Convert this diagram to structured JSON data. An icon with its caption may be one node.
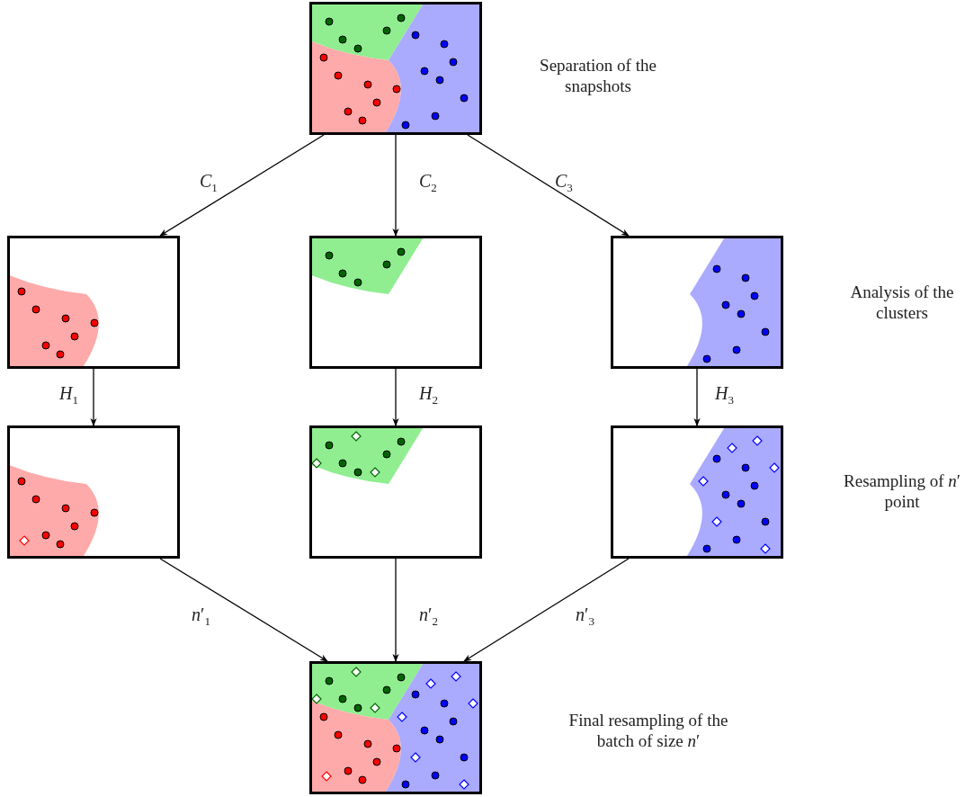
{
  "diagram": {
    "nodes": [
      {
        "text": [],
        "shape": "picture"
      },
      {
        "text": [],
        "shape": "picture"
      },
      {
        "text": [],
        "shape": "picture"
      },
      {
        "text": [],
        "shape": "picture"
      },
      {
        "text": [],
        "shape": "picture"
      },
      {
        "text": [],
        "shape": "picture"
      },
      {
        "text": [],
        "shape": "picture"
      },
      {
        "text": [],
        "shape": "picture"
      }
    ],
    "edges": [
      {
        "from": 0,
        "to": 1,
        "arrow": "to",
        "label": "*C*$_{1}$"
      },
      {
        "from": 0,
        "to": 2,
        "arrow": "to",
        "label": "*C*$_{2}$"
      },
      {
        "from": 0,
        "to": 3,
        "arrow": "to",
        "label": "*C*$_{3}$"
      },
      {
        "from": 1,
        "to": 4,
        "arrow": "to",
        "label": "*H*$_{1}$"
      },
      {
        "from": 2,
        "to": 5,
        "arrow": "to",
        "label": "*H*$_{2}$"
      },
      {
        "from": 3,
        "to": 6,
        "arrow": "to",
        "label": "*H*$_{3}$"
      },
      {
        "from": 4,
        "to": 7,
        "arrow": "to",
        "label": "*n*′$_{1}$"
      },
      {
        "from": 5,
        "to": 7,
        "arrow": "to",
        "label": "*n*′$_{2}$"
      },
      {
        "from": 6,
        "to": 7,
        "arrow": "to",
        "label": "*n*′$_{3}$"
      }
    ],
    "labels": [
      "Separation of the snapshots",
      "Analysis of the clusters",
      "Resampling of *n*′ point",
      "Final resampling of the batch of size *n*′"
    ]
  }
}
